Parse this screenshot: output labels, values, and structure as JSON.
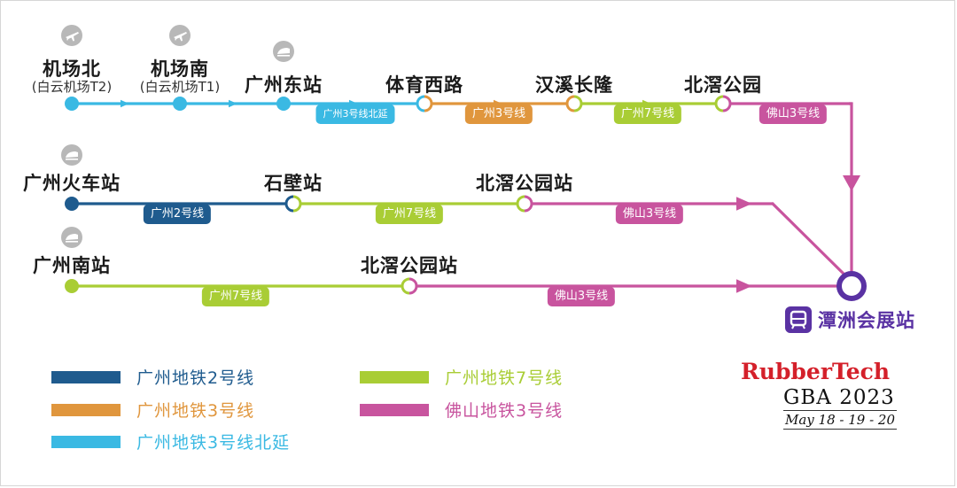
{
  "colors": {
    "line2": "#1f5b8e",
    "line3": "#e0963d",
    "line3n": "#3ab9e3",
    "line7": "#a9cd35",
    "fs3": "#c8549e",
    "venue": "#5a32a3"
  },
  "rows": {
    "row1": {
      "stations": [
        {
          "name": "机场北",
          "sub": "(白云机场T2)",
          "icon": "airplane-icon"
        },
        {
          "name": "机场南",
          "sub": "(白云机场T1)",
          "icon": "airplane-icon"
        },
        {
          "name": "广州东站",
          "icon": "train-icon"
        },
        {
          "name": "体育西路"
        },
        {
          "name": "汉溪长隆"
        },
        {
          "name": "北滘公园"
        }
      ],
      "tags": [
        "广州3号线北延",
        "广州3号线",
        "广州7号线",
        "佛山3号线"
      ]
    },
    "row2": {
      "stations": [
        {
          "name": "广州火车站",
          "icon": "train-icon"
        },
        {
          "name": "石壁站"
        },
        {
          "name": "北滘公园站"
        }
      ],
      "tags": [
        "广州2号线",
        "广州7号线",
        "佛山3号线"
      ]
    },
    "row3": {
      "stations": [
        {
          "name": "广州南站",
          "icon": "train-icon"
        },
        {
          "name": "北滘公园站"
        }
      ],
      "tags": [
        "广州7号线",
        "佛山3号线"
      ]
    }
  },
  "venue": {
    "name": "潭洲会展站",
    "icon": "metro-icon"
  },
  "legend": [
    {
      "label": "广州地铁2号线",
      "color": "#1f5b8e"
    },
    {
      "label": "广州地铁3号线",
      "color": "#e0963d"
    },
    {
      "label": "广州地铁3号线北延",
      "color": "#3ab9e3"
    },
    {
      "label": "广州地铁7号线",
      "color": "#a9cd35"
    },
    {
      "label": "佛山地铁3号线",
      "color": "#c8549e"
    }
  ],
  "logo": {
    "title": "RubberTech",
    "subtitle": "GBA 2023",
    "date": "May 18 - 19 - 20"
  }
}
